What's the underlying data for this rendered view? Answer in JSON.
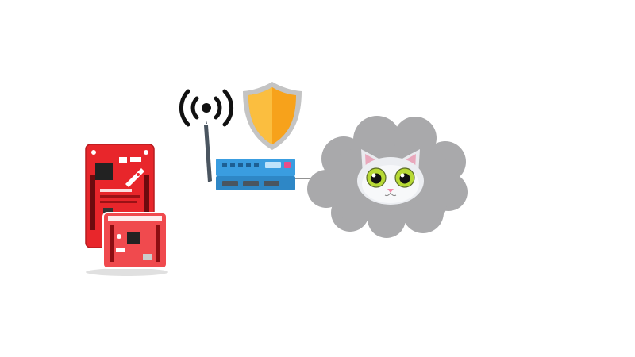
{
  "diagram": {
    "nodes": [
      {
        "id": "dev-boards",
        "icon": "launchpad-boards-icon"
      },
      {
        "id": "wifi-signal",
        "icon": "wifi-signal-icon"
      },
      {
        "id": "security-shield",
        "icon": "shield-icon"
      },
      {
        "id": "router",
        "icon": "router-icon"
      },
      {
        "id": "cloud",
        "icon": "cloud-icon"
      },
      {
        "id": "cat-mascot",
        "icon": "cat-face-icon"
      }
    ],
    "edges": [
      {
        "from": "router",
        "to": "cloud"
      }
    ]
  },
  "colors": {
    "board_red": "#e8262b",
    "shield_orange": "#f7a21b",
    "router_blue": "#3a9de0",
    "cloud_gray": "#a9a9ab",
    "wifi_black": "#111111",
    "cat_eye_green": "#b7d935"
  }
}
